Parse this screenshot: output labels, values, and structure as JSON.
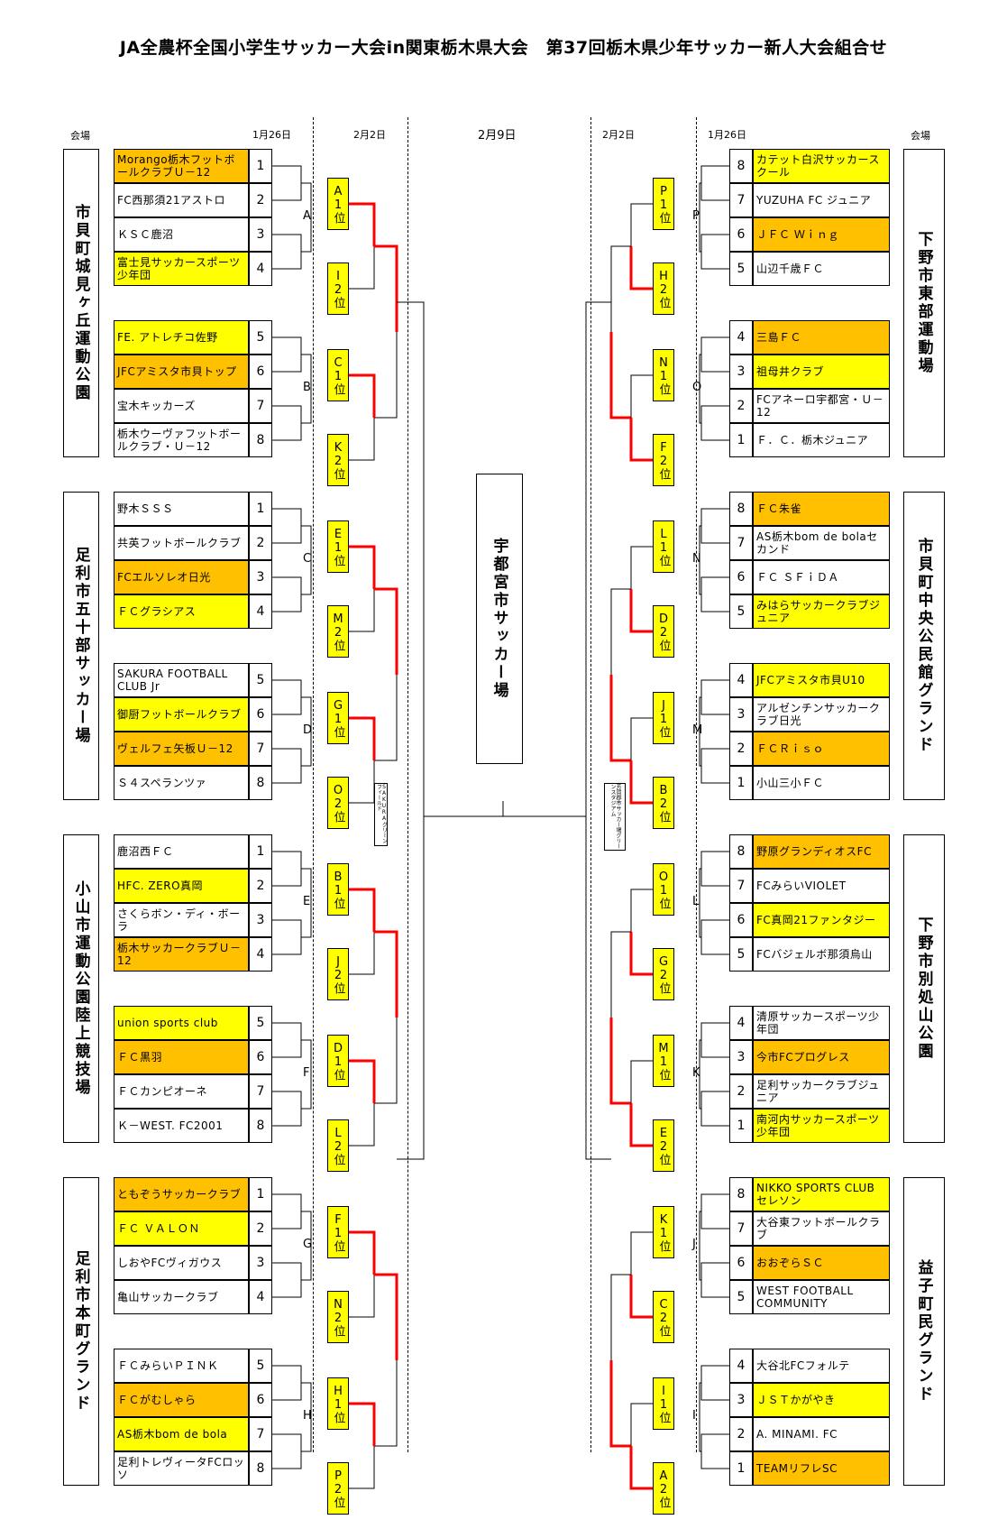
{
  "title": "JA全農杯全国小学生サッカー大会in関東栃木県大会　第37回栃木県少年サッカー新人大会組合せ",
  "headers": {
    "venue": "会場",
    "jan26": "1月26日",
    "feb2": "2月2日",
    "feb9": "2月9日"
  },
  "venues": {
    "left": [
      "市貝町城見ヶ丘運動公園",
      "足利市五十部サッカー場",
      "小山市運動公園陸上競技場",
      "足利市本町グランド"
    ],
    "right": [
      "下野市東部運動場",
      "市貝町中央公民館グランド",
      "下野市別処山公園",
      "益子町民グランド"
    ],
    "center": "宇都宮市サッカー場"
  },
  "small_notes": {
    "left": "SAKURAグリーンフィールド",
    "right": "芳賀郡市サッカー場グリーンスタジアム"
  },
  "groups": [
    {
      "label": "A",
      "side": "L",
      "teams": [
        {
          "n": "1",
          "name": "Morango栃木フットボールクラブＵ－12",
          "color": "orange"
        },
        {
          "n": "2",
          "name": "FC西那須21アストロ",
          "color": "white"
        },
        {
          "n": "3",
          "name": "ＫＳＣ鹿沼",
          "color": "white"
        },
        {
          "n": "4",
          "name": "富士見サッカースポーツ少年団",
          "color": "yellow"
        }
      ]
    },
    {
      "label": "B",
      "side": "L",
      "teams": [
        {
          "n": "5",
          "name": "FE. アトレチコ佐野",
          "color": "yellow"
        },
        {
          "n": "6",
          "name": "JFCアミスタ市貝トップ",
          "color": "orange"
        },
        {
          "n": "7",
          "name": "宝木キッカーズ",
          "color": "white"
        },
        {
          "n": "8",
          "name": "栃木ウーヴァフットボールクラブ・Ｕ－12",
          "color": "white"
        }
      ]
    },
    {
      "label": "C",
      "side": "L",
      "teams": [
        {
          "n": "1",
          "name": "野木ＳＳＳ",
          "color": "white"
        },
        {
          "n": "2",
          "name": "共英フットボールクラブ",
          "color": "white"
        },
        {
          "n": "3",
          "name": "FCエルソレオ日光",
          "color": "orange"
        },
        {
          "n": "4",
          "name": "ＦＣグラシアス",
          "color": "yellow"
        }
      ]
    },
    {
      "label": "D",
      "side": "L",
      "teams": [
        {
          "n": "5",
          "name": "SAKURA FOOTBALL CLUB Jr",
          "color": "white"
        },
        {
          "n": "6",
          "name": "御厨フットボールクラブ",
          "color": "yellow"
        },
        {
          "n": "7",
          "name": "ヴェルフェ矢板Ｕ－12",
          "color": "orange"
        },
        {
          "n": "8",
          "name": "Ｓ４スペランツァ",
          "color": "white"
        }
      ]
    },
    {
      "label": "E",
      "side": "L",
      "teams": [
        {
          "n": "1",
          "name": "鹿沼西ＦＣ",
          "color": "white"
        },
        {
          "n": "2",
          "name": "HFC. ZERO真岡",
          "color": "yellow"
        },
        {
          "n": "3",
          "name": "さくらボン・ディ・ボーラ",
          "color": "white"
        },
        {
          "n": "4",
          "name": "栃木サッカークラブＵ－12",
          "color": "orange"
        }
      ]
    },
    {
      "label": "F",
      "side": "L",
      "teams": [
        {
          "n": "5",
          "name": "union sports club",
          "color": "yellow"
        },
        {
          "n": "6",
          "name": "ＦＣ黒羽",
          "color": "orange"
        },
        {
          "n": "7",
          "name": "ＦＣカンピオーネ",
          "color": "white"
        },
        {
          "n": "8",
          "name": "Ｋ－WEST. FC2001",
          "color": "white"
        }
      ]
    },
    {
      "label": "G",
      "side": "L",
      "teams": [
        {
          "n": "1",
          "name": "ともぞうサッカークラブ",
          "color": "orange"
        },
        {
          "n": "2",
          "name": "ＦＣ ＶＡＬＯＮ",
          "color": "yellow"
        },
        {
          "n": "3",
          "name": "しおやFCヴィガウス",
          "color": "white"
        },
        {
          "n": "4",
          "name": "亀山サッカークラブ",
          "color": "white"
        }
      ]
    },
    {
      "label": "H",
      "side": "L",
      "teams": [
        {
          "n": "5",
          "name": "ＦＣみらいＰＩＮＫ",
          "color": "white"
        },
        {
          "n": "6",
          "name": "ＦＣがむしゃら",
          "color": "orange"
        },
        {
          "n": "7",
          "name": "AS栃木bom de bola",
          "color": "yellow"
        },
        {
          "n": "8",
          "name": "足利トレヴィータFCロッソ",
          "color": "white"
        }
      ]
    },
    {
      "label": "P",
      "side": "R",
      "teams": [
        {
          "n": "8",
          "name": "カテット白沢サッカースクール",
          "color": "yellow"
        },
        {
          "n": "7",
          "name": "YUZUHA FC ジュニア",
          "color": "white"
        },
        {
          "n": "6",
          "name": "ＪＦＣ Ｗｉｎｇ",
          "color": "orange"
        },
        {
          "n": "5",
          "name": "山辺千歳ＦＣ",
          "color": "white"
        }
      ]
    },
    {
      "label": "O",
      "side": "R",
      "teams": [
        {
          "n": "4",
          "name": "三島ＦＣ",
          "color": "orange"
        },
        {
          "n": "3",
          "name": "祖母井クラブ",
          "color": "yellow"
        },
        {
          "n": "2",
          "name": "FCアネーロ宇都宮・Ｕ－12",
          "color": "white"
        },
        {
          "n": "1",
          "name": "Ｆ．Ｃ．栃木ジュニア",
          "color": "white"
        }
      ]
    },
    {
      "label": "N",
      "side": "R",
      "teams": [
        {
          "n": "8",
          "name": "ＦＣ朱雀",
          "color": "orange"
        },
        {
          "n": "7",
          "name": "AS栃木bom de bolaセカンド",
          "color": "white"
        },
        {
          "n": "6",
          "name": "ＦＣ ＳＦｉＤＡ",
          "color": "white"
        },
        {
          "n": "5",
          "name": "みはらサッカークラブジュニア",
          "color": "yellow"
        }
      ]
    },
    {
      "label": "M",
      "side": "R",
      "teams": [
        {
          "n": "4",
          "name": "JFCアミスタ市貝U10",
          "color": "yellow"
        },
        {
          "n": "3",
          "name": "アルゼンチンサッカークラブ日光",
          "color": "white"
        },
        {
          "n": "2",
          "name": "ＦＣＲｉｓｏ",
          "color": "orange"
        },
        {
          "n": "1",
          "name": "小山三小ＦＣ",
          "color": "white"
        }
      ]
    },
    {
      "label": "L",
      "side": "R",
      "teams": [
        {
          "n": "8",
          "name": "野原グランディオスFC",
          "color": "orange"
        },
        {
          "n": "7",
          "name": "FCみらいVIOLET",
          "color": "white"
        },
        {
          "n": "6",
          "name": "FC真岡21ファンタジー",
          "color": "yellow"
        },
        {
          "n": "5",
          "name": "FCバジェルボ那須烏山",
          "color": "white"
        }
      ]
    },
    {
      "label": "K",
      "side": "R",
      "teams": [
        {
          "n": "4",
          "name": "清原サッカースポーツ少年団",
          "color": "white"
        },
        {
          "n": "3",
          "name": "今市FCプログレス",
          "color": "orange"
        },
        {
          "n": "2",
          "name": "足利サッカークラブジュニア",
          "color": "white"
        },
        {
          "n": "1",
          "name": "南河内サッカースポーツ少年団",
          "color": "yellow"
        }
      ]
    },
    {
      "label": "J",
      "side": "R",
      "teams": [
        {
          "n": "8",
          "name": "NIKKO SPORTS CLUB セレソン",
          "color": "yellow"
        },
        {
          "n": "7",
          "name": "大谷東フットボールクラブ",
          "color": "white"
        },
        {
          "n": "6",
          "name": "おおぞらＳＣ",
          "color": "orange"
        },
        {
          "n": "5",
          "name": "WEST FOOTBALL COMMUNITY",
          "color": "white"
        }
      ]
    },
    {
      "label": "I",
      "side": "R",
      "teams": [
        {
          "n": "4",
          "name": "大谷北FCフォルテ",
          "color": "white"
        },
        {
          "n": "3",
          "name": "ＪＳＴかがやき",
          "color": "yellow"
        },
        {
          "n": "2",
          "name": "A. MINAMI. FC",
          "color": "white"
        },
        {
          "n": "1",
          "name": "TEAMリフレSC",
          "color": "orange"
        }
      ]
    }
  ],
  "positions": {
    "left": [
      "A1位",
      "I2位",
      "C1位",
      "K2位",
      "E1位",
      "M2位",
      "G1位",
      "O2位",
      "B1位",
      "J2位",
      "D1位",
      "L2位",
      "F1位",
      "N2位",
      "H1位",
      "P2位"
    ],
    "right": [
      "P1位",
      "H2位",
      "N1位",
      "F2位",
      "L1位",
      "D2位",
      "J1位",
      "B2位",
      "O1位",
      "G2位",
      "M1位",
      "E2位",
      "K1位",
      "C2位",
      "I1位",
      "A2位"
    ]
  },
  "colors": {
    "win_line": "#ff0000",
    "yellow": "#ffff00",
    "orange": "#ffc000"
  }
}
